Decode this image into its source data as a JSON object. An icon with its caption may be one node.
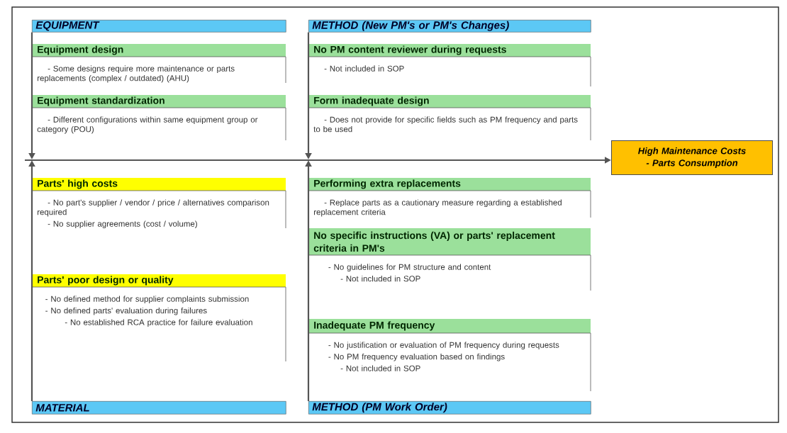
{
  "diagram": {
    "nodes": [
      {
        "text": [
          "EQUIPMENT"
        ]
      },
      {
        "text": [
          "METHOD (New PM's or PM's Changes)"
        ]
      },
      {
        "text": [
          "Equipment design",
          "- Some designs require more maintenance or parts replacements (complex / outdated) (AHU)"
        ]
      },
      {
        "text": [
          "Equipment standardization",
          "- Different configurations within same equipment group or category (POU)"
        ]
      },
      {
        "text": [
          "No PM content reviewer during requests",
          "- Not included in SOP"
        ]
      },
      {
        "text": [
          "Form inadequate design",
          "- Does not provide for specific fields such as PM frequency and parts to be used"
        ]
      },
      {
        "text": [
          "High Maintenance Costs - Parts Consumption"
        ]
      },
      {
        "text": [
          "Parts' high costs",
          "- No part's supplier / vendor / price / alternatives comparison required",
          "- No supplier agreements (cost / volume)"
        ]
      },
      {
        "text": [
          "Performing extra replacements",
          "- Replace parts as a cautionary measure regarding a established replacement criteria"
        ]
      },
      {
        "text": [
          "No specific instructions (VA) or parts' replacement criteria in PM's",
          "- No guidelines for PM structure and content",
          "- Not included in SOP"
        ]
      },
      {
        "text": [
          "Parts' poor design or quality",
          "- No defined method for supplier complaints submission",
          "- No defined parts' evaluation during failures",
          "- No established RCA practice for failure evaluation"
        ]
      },
      {
        "text": [
          "Inadequate PM frequency",
          "- No justification or evaluation of PM frequency during requests",
          "- No PM frequency evaluation based on findings",
          "- Not included in SOP"
        ]
      },
      {
        "text": [
          "MATERIAL"
        ]
      },
      {
        "text": [
          "METHOD (PM Work Order)"
        ]
      }
    ],
    "edges": [
      {
        "from": 0,
        "to": null,
        "arrow": "to"
      },
      {
        "from": 1,
        "to": null,
        "arrow": "to"
      },
      {
        "from": 12,
        "to": null,
        "arrow": "to"
      },
      {
        "from": 13,
        "to": null,
        "arrow": "to"
      },
      {
        "from": null,
        "to": 6,
        "arrow": "to"
      }
    ]
  }
}
